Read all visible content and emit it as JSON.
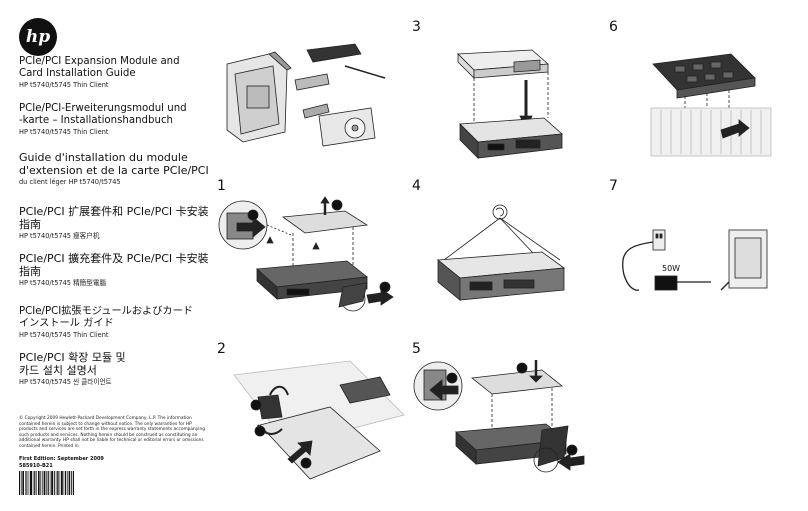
{
  "logo": "hp",
  "titles": [
    {
      "title": "PCIe/PCI Expansion Module and\nCard Installation Guide",
      "sub": "HP t5740/t5745 Thin Client"
    },
    {
      "title": "PCIe/PCI-Erweiterungsmodul und\n-karte – Installationshandbuch",
      "sub": "HP t5740/t5745 Thin Client"
    },
    {
      "title": "Guide d'installation du module\nd'extension et de la carte PCIe/PCI",
      "sub": "du client léger HP t5740/t5745"
    },
    {
      "title": "PCIe/PCI 扩展套件和 PCIe/PCI 卡安装\n指南",
      "sub": "HP t5740/t5745 瘦客户机"
    },
    {
      "title": "PCIe/PCI 擴充套件及 PCIe/PCI 卡安裝\n指南",
      "sub": "HP t5740/t5745 精簡型電腦"
    },
    {
      "title": "PCIe/PCI拡張モジュールおよびカード\nインストール ガイド",
      "sub": "HP t5740/t5745 Thin Client"
    },
    {
      "title": "PCIe/PCI 확장 모듈 및\n카드 설치 설명서",
      "sub": "HP t5740/t5745 씬 클라이언트"
    }
  ],
  "legal": "© Copyright 2009 Hewlett-Packard Development Company, L.P. The information contained herein is subject to change without notice. The only warranties for HP products and services are set forth in the express warranty statements accompanying such products and services. Nothing herein should be construed as constituting an additional warranty. HP shall not be liable for technical or editorial errors or omissions contained herein. Printed in",
  "edition": "First Edition: September 2009",
  "part_number": "585910-B21",
  "steps": {
    "s1": "1",
    "s2": "2",
    "s3": "3",
    "s4": "4",
    "s5": "5",
    "s6": "6",
    "s7": "7"
  },
  "callouts": {
    "c1": "1",
    "c2": "2",
    "c3": "3"
  },
  "power_label": "50W"
}
